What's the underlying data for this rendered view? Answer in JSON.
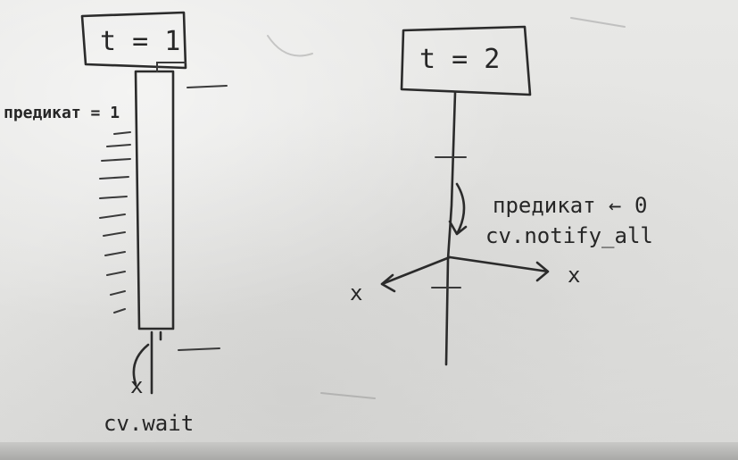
{
  "threads": [
    {
      "label": "t = 1"
    },
    {
      "label": "t = 2"
    }
  ],
  "thread1": {
    "predicate_note": "предикат = 1",
    "wait_call": "cv.wait"
  },
  "thread2": {
    "predicate_set": "предикат ← 0",
    "notify_call": "cv.notify_all"
  },
  "marks": {
    "cross": "x"
  },
  "colors": {
    "board": "#e4e4e2",
    "ink": "#2b2b2b"
  }
}
